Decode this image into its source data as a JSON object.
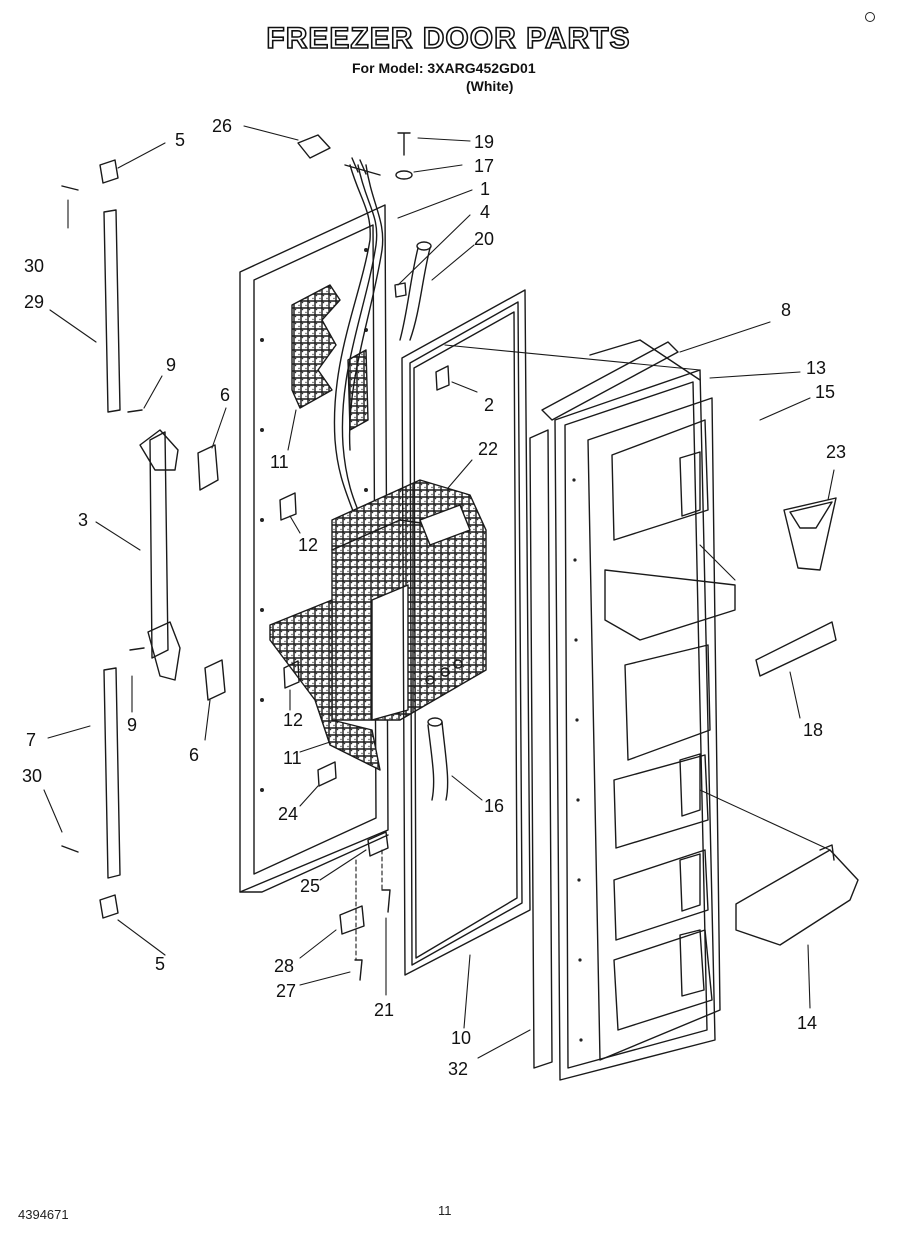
{
  "header": {
    "title": "FREEZER DOOR PARTS",
    "model_line": "For Model: 3XARG452GD01",
    "color_line": "(White)"
  },
  "callouts": [
    {
      "label": "26"
    },
    {
      "label": "5"
    },
    {
      "label": "19"
    },
    {
      "label": "17"
    },
    {
      "label": "1"
    },
    {
      "label": "4"
    },
    {
      "label": "20"
    },
    {
      "label": "30"
    },
    {
      "label": "29"
    },
    {
      "label": "8"
    },
    {
      "label": "13"
    },
    {
      "label": "15"
    },
    {
      "label": "9"
    },
    {
      "label": "6"
    },
    {
      "label": "2"
    },
    {
      "label": "23"
    },
    {
      "label": "22"
    },
    {
      "label": "11"
    },
    {
      "label": "3"
    },
    {
      "label": "12"
    },
    {
      "label": "18"
    },
    {
      "label": "9"
    },
    {
      "label": "12"
    },
    {
      "label": "7"
    },
    {
      "label": "6"
    },
    {
      "label": "11"
    },
    {
      "label": "30"
    },
    {
      "label": "16"
    },
    {
      "label": "24"
    },
    {
      "label": "25"
    },
    {
      "label": "5"
    },
    {
      "label": "28"
    },
    {
      "label": "27"
    },
    {
      "label": "21"
    },
    {
      "label": "14"
    },
    {
      "label": "10"
    },
    {
      "label": "32"
    }
  ],
  "footer": {
    "doc_number": "4394671",
    "page_number": "11"
  }
}
